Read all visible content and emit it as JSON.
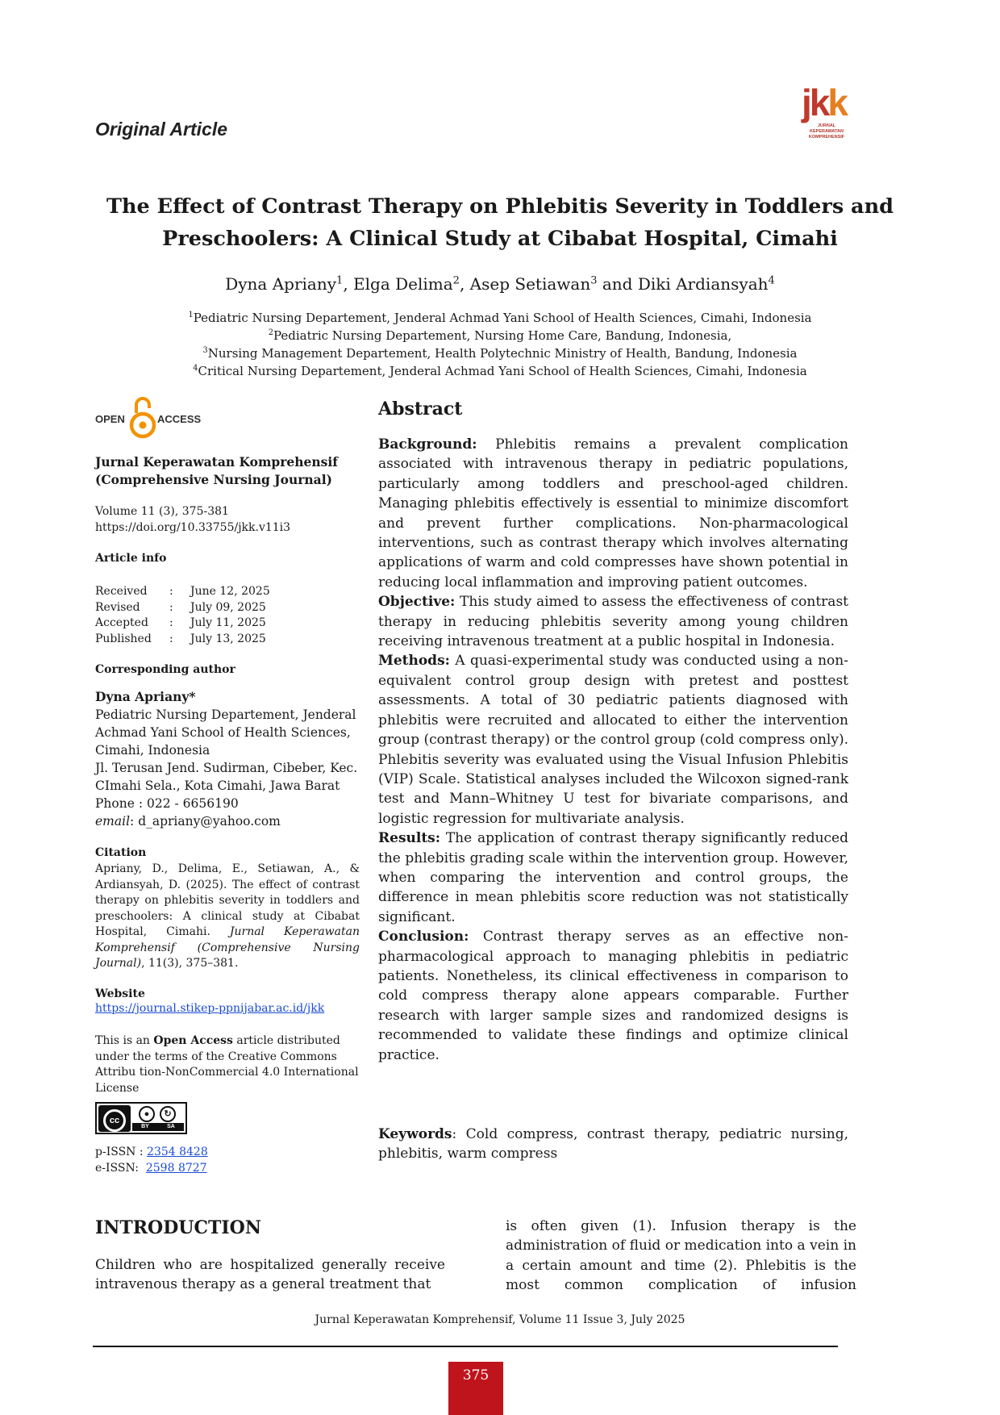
{
  "header": {
    "article_type": "Original Article",
    "logo_text": "jkk",
    "logo_caption": [
      "JURNAL",
      "KEPERAWATAN",
      "KOMPREHENSIF"
    ]
  },
  "title_lines": [
    "The Effect of Contrast Therapy on Phlebitis Severity in Toddlers and",
    "Preschoolers: A Clinical Study at Cibabat Hospital, Cimahi"
  ],
  "authors": [
    {
      "name": "Dyna Apriany",
      "sup": "1",
      "sep": ", "
    },
    {
      "name": "Elga Delima",
      "sup": "2",
      "sep": ", "
    },
    {
      "name": "Asep Setiawan",
      "sup": "3",
      "sep": " and "
    },
    {
      "name": "Diki Ardiansyah",
      "sup": "4",
      "sep": ""
    }
  ],
  "affiliations": [
    {
      "sup": "1",
      "text": "Pediatric Nursing Departement, Jenderal Achmad Yani School of Health Sciences, Cimahi, Indonesia"
    },
    {
      "sup": "2",
      "text": "Pediatric Nursing Departement, Nursing Home Care, Bandung, Indonesia,"
    },
    {
      "sup": "3",
      "text": "Nursing Management Departement, Health Polytechnic Ministry of Health, Bandung, Indonesia"
    },
    {
      "sup": "4",
      "text": "Critical Nursing Departement, Jenderal Achmad Yani School of Health Sciences, Cimahi, Indonesia"
    }
  ],
  "sidebar": {
    "oa_left": "OPEN",
    "oa_right": "ACCESS",
    "journal_name_1": "Jurnal Keperawatan Komprehensif",
    "journal_name_2": "(Comprehensive Nursing Journal)",
    "volume": "Volume 11 (3), 375-381",
    "doi": "https://doi.org/10.33755/jkk.v11i3",
    "article_info_head": "Article info",
    "dates": [
      {
        "label": "Received",
        "value": "June 12, 2025"
      },
      {
        "label": "Revised",
        "value": "July 09, 2025"
      },
      {
        "label": "Accepted",
        "value": "July 11, 2025"
      },
      {
        "label": "Published",
        "value": "July 13, 2025"
      }
    ],
    "corresponding_head": "Corresponding author",
    "corresponding_name": "Dyna Apriany*",
    "corresponding_lines": [
      "Pediatric Nursing Departement, Jenderal",
      "Achmad Yani School of Health Sciences,",
      "Cimahi, Indonesia",
      "Jl. Terusan Jend. Sudirman, Cibeber, Kec.",
      "CImahi Sela., Kota Cimahi, Jawa Barat",
      "Phone : 022 - 6656190"
    ],
    "email_label": "email",
    "email": "d_apriany@yahoo.com",
    "citation_head": "Citation",
    "citation_plain": "Apriany, D., Delima, E., Setiawan, A., & Ardiansyah, D. (2025). The effect of contrast therapy on phlebitis severity in toddlers and preschoolers: A clinical study at Cibabat Hospital, Cimahi. ",
    "citation_italic": "Jurnal Keperawatan Komprehensif (Comprehensive Nursing Journal)",
    "citation_tail": ", 11(3), 375–381.",
    "website_head": "Website",
    "website": "https://journal.stikep-ppnijabar.ac.id/jkk",
    "oa_text_1": "This is an ",
    "oa_text_bold": "Open Access",
    "oa_text_2": " article distributed under the terms of the Creative Commons Attribu tion-NonCommercial 4.0 International License",
    "cc_label": "cc",
    "cc_by": "BY",
    "cc_sa": "SA",
    "pissn_label": "p-ISSN : ",
    "pissn": "2354 8428",
    "eissn_label": "e-ISSN:  ",
    "eissn": "2598 8727"
  },
  "abstract": {
    "heading": "Abstract",
    "sections": [
      {
        "label": "Background:",
        "text": " Phlebitis remains a prevalent complication associated with intravenous therapy in pediatric populations, particularly among toddlers and preschool-aged children. Managing phlebitis effectively is essential to minimize discomfort and prevent further complications. Non-pharmacological interventions, such as contrast therapy which involves alternating applications of warm and cold compresses have shown potential in reducing local inflammation and improving patient outcomes."
      },
      {
        "label": "Objective:",
        "text": " This study aimed to assess the effectiveness of contrast therapy in reducing phlebitis severity among young children receiving intravenous treatment at a public hospital in Indonesia."
      },
      {
        "label": "Methods:",
        "text": " A quasi-experimental study was conducted using a non-equivalent control group design with pretest and posttest assessments. A total of 30 pediatric patients diagnosed with phlebitis were recruited and allocated to either the intervention group (contrast therapy) or the control group (cold compress only). Phlebitis severity was evaluated using the Visual Infusion Phlebitis (VIP) Scale. Statistical analyses included the Wilcoxon signed-rank test and Mann–Whitney U test for bivariate comparisons, and logistic regression for multivariate analysis."
      },
      {
        "label": "Results:",
        "text": " The application of contrast therapy significantly reduced the phlebitis grading scale within the intervention group. However, when comparing the intervention and control groups, the difference in mean phlebitis score reduction was not statistically significant."
      },
      {
        "label": "Conclusion:",
        "text": " Contrast therapy serves as an effective non-pharmacological approach to managing phlebitis in pediatric patients. Nonetheless, its clinical effectiveness in comparison to cold compress therapy alone appears comparable. Further research with larger sample sizes and randomized designs is recommended to validate these findings and optimize clinical practice."
      }
    ],
    "keywords_label": "Keywords",
    "keywords": ": Cold compress, contrast therapy, pediatric nursing, phlebitis, warm compress"
  },
  "introduction": {
    "heading": "INTRODUCTION",
    "left_text": "Children who are hospitalized generally receive intravenous therapy as a general treatment that",
    "right_text": "is often given (1). Infusion therapy is the administration of fluid or medication into a vein in a certain amount and time (2). Phlebitis is the most common complication of infusion"
  },
  "footer": {
    "journal_issue": "Jurnal Keperawatan Komprehensif, Volume 11 Issue 3, July 2025",
    "page_number": "375"
  },
  "colors": {
    "accent": "#c0141c",
    "logo_orange": "#e67e22",
    "link": "#1a4bd6"
  }
}
